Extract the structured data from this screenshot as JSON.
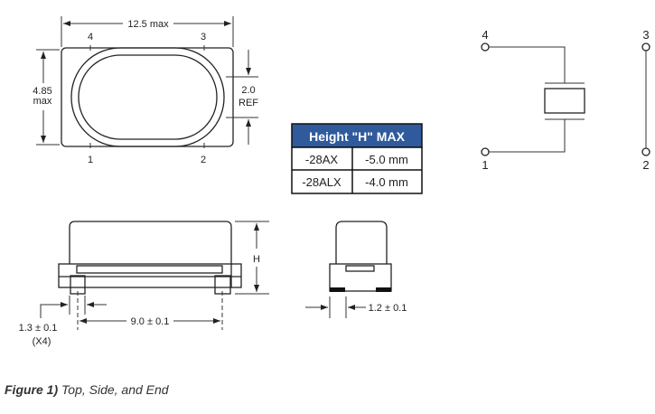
{
  "top_view": {
    "width_label": "12.5 max",
    "height_label_1": "4.85",
    "height_label_2": "max",
    "ref_label_1": "2.0",
    "ref_label_2": "REF",
    "pins": [
      "4",
      "3",
      "1",
      "2"
    ]
  },
  "side_view": {
    "height_label": "H",
    "pad_label_1": "1.3 ± 0.1",
    "pad_label_2": "(X4)",
    "pitch_label": "9.0 ± 0.1"
  },
  "end_view": {
    "pad_label": "1.2 ± 0.1"
  },
  "height_table": {
    "header": "Height \"H\" MAX",
    "header_color": "#2f5b9c",
    "rows": [
      {
        "part": "-28AX",
        "height": "-5.0 mm"
      },
      {
        "part": "-28ALX",
        "height": "-4.0 mm"
      }
    ]
  },
  "schematic": {
    "pins": [
      "4",
      "3",
      "1",
      "2"
    ]
  },
  "caption": {
    "bold": "Figure 1)",
    "text": " Top, Side, and End"
  }
}
